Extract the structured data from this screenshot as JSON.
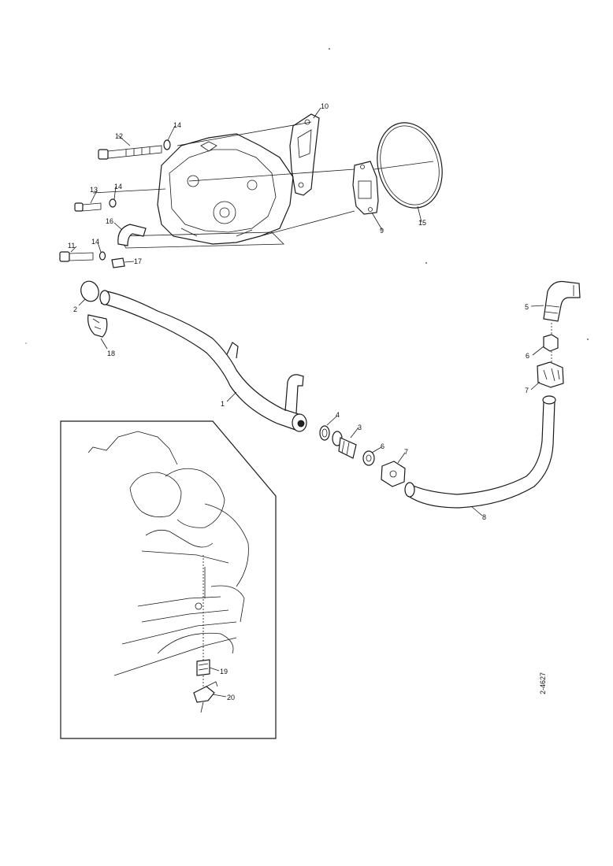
{
  "diagram": {
    "reference_number": "2-4627",
    "callouts": {
      "c1": "1",
      "c2": "2",
      "c3": "3",
      "c4": "4",
      "c5": "5",
      "c6a": "6",
      "c6b": "6",
      "c7a": "7",
      "c7b": "7",
      "c8": "8",
      "c9": "9",
      "c10": "10",
      "c11": "11",
      "c12": "12",
      "c13": "13",
      "c14a": "14",
      "c14b": "14",
      "c14c": "14",
      "c15": "15",
      "c16": "16",
      "c17": "17",
      "c18": "18",
      "c19": "19",
      "c20": "20"
    }
  }
}
